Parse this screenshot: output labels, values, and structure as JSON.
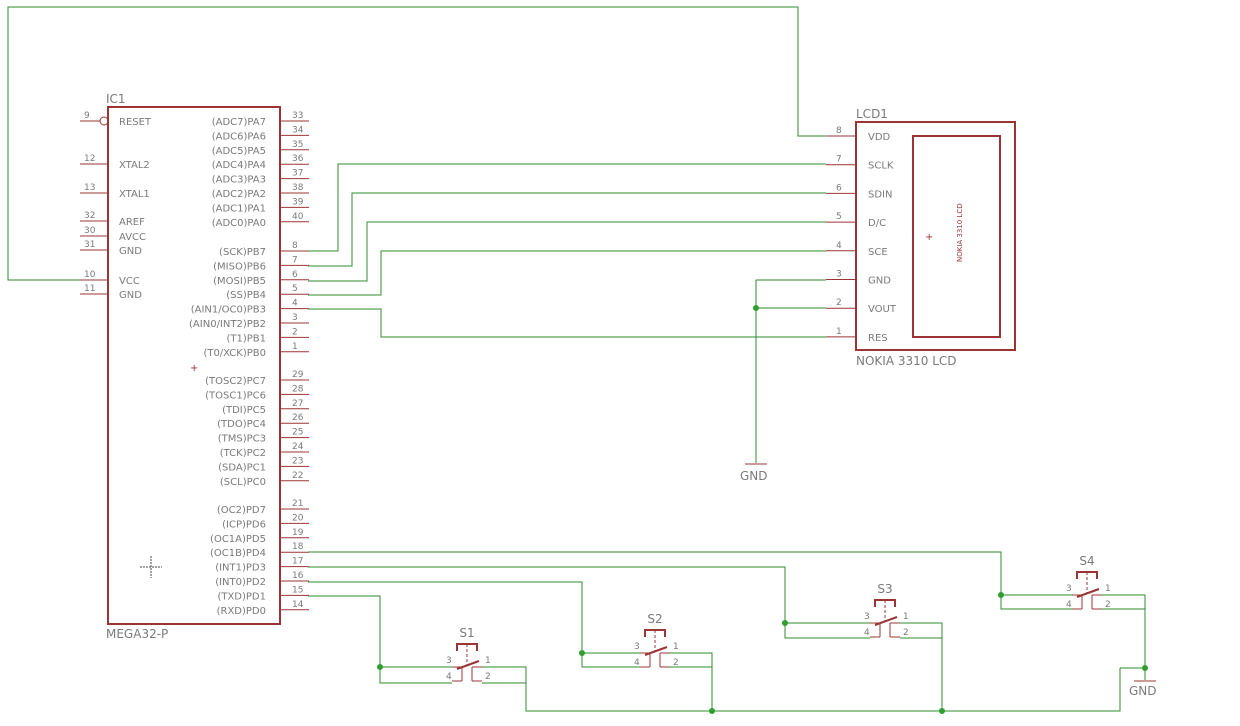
{
  "ic1": {
    "name": "IC1",
    "value": "MEGA32-P",
    "left_pins": [
      {
        "num": "9",
        "label": "RESET"
      },
      {
        "num": "12",
        "label": "XTAL2"
      },
      {
        "num": "13",
        "label": "XTAL1"
      },
      {
        "num": "32",
        "label": "AREF"
      },
      {
        "num": "30",
        "label": "AVCC"
      },
      {
        "num": "31",
        "label": "GND"
      },
      {
        "num": "10",
        "label": "VCC"
      },
      {
        "num": "11",
        "label": "GND"
      }
    ],
    "right_pins": [
      {
        "num": "33",
        "label": "(ADC7)PA7"
      },
      {
        "num": "34",
        "label": "(ADC6)PA6"
      },
      {
        "num": "35",
        "label": "(ADC5)PA5"
      },
      {
        "num": "36",
        "label": "(ADC4)PA4"
      },
      {
        "num": "37",
        "label": "(ADC3)PA3"
      },
      {
        "num": "38",
        "label": "(ADC2)PA2"
      },
      {
        "num": "39",
        "label": "(ADC1)PA1"
      },
      {
        "num": "40",
        "label": "(ADC0)PA0"
      },
      {
        "num": "8",
        "label": "(SCK)PB7"
      },
      {
        "num": "7",
        "label": "(MISO)PB6"
      },
      {
        "num": "6",
        "label": "(MOSI)PB5"
      },
      {
        "num": "5",
        "label": "(SS)PB4"
      },
      {
        "num": "4",
        "label": "(AIN1/OC0)PB3"
      },
      {
        "num": "3",
        "label": "(AIN0/INT2)PB2"
      },
      {
        "num": "2",
        "label": "(T1)PB1"
      },
      {
        "num": "1",
        "label": "(T0/XCK)PB0"
      },
      {
        "num": "29",
        "label": "(TOSC2)PC7"
      },
      {
        "num": "28",
        "label": "(TOSC1)PC6"
      },
      {
        "num": "27",
        "label": "(TDI)PC5"
      },
      {
        "num": "26",
        "label": "(TDO)PC4"
      },
      {
        "num": "25",
        "label": "(TMS)PC3"
      },
      {
        "num": "24",
        "label": "(TCK)PC2"
      },
      {
        "num": "23",
        "label": "(SDA)PC1"
      },
      {
        "num": "22",
        "label": "(SCL)PC0"
      },
      {
        "num": "21",
        "label": "(OC2)PD7"
      },
      {
        "num": "20",
        "label": "(ICP)PD6"
      },
      {
        "num": "19",
        "label": "(OC1A)PD5"
      },
      {
        "num": "18",
        "label": "(OC1B)PD4"
      },
      {
        "num": "17",
        "label": "(INT1)PD3"
      },
      {
        "num": "16",
        "label": "(INT0)PD2"
      },
      {
        "num": "15",
        "label": "(TXD)PD1"
      },
      {
        "num": "14",
        "label": "(RXD)PD0"
      }
    ]
  },
  "lcd1": {
    "name": "LCD1",
    "value": "NOKIA 3310 LCD",
    "screen_text": "NOKIA 3310 LCD",
    "pins": [
      {
        "num": "8",
        "label": "VDD"
      },
      {
        "num": "7",
        "label": "SCLK"
      },
      {
        "num": "6",
        "label": "SDIN"
      },
      {
        "num": "5",
        "label": "D/C"
      },
      {
        "num": "4",
        "label": "SCE"
      },
      {
        "num": "3",
        "label": "GND"
      },
      {
        "num": "2",
        "label": "VOUT"
      },
      {
        "num": "1",
        "label": "RES"
      }
    ]
  },
  "switches": [
    {
      "name": "S1",
      "pins": [
        "3",
        "1",
        "4",
        "2"
      ]
    },
    {
      "name": "S2",
      "pins": [
        "3",
        "1",
        "4",
        "2"
      ]
    },
    {
      "name": "S3",
      "pins": [
        "3",
        "1",
        "4",
        "2"
      ]
    },
    {
      "name": "S4",
      "pins": [
        "3",
        "1",
        "4",
        "2"
      ]
    }
  ],
  "grounds": [
    "GND",
    "GND"
  ],
  "colors": {
    "part": "#9b3535",
    "net": "#2e8b2e",
    "junction": "#2e9e2e",
    "text": "#7a7a7a"
  }
}
